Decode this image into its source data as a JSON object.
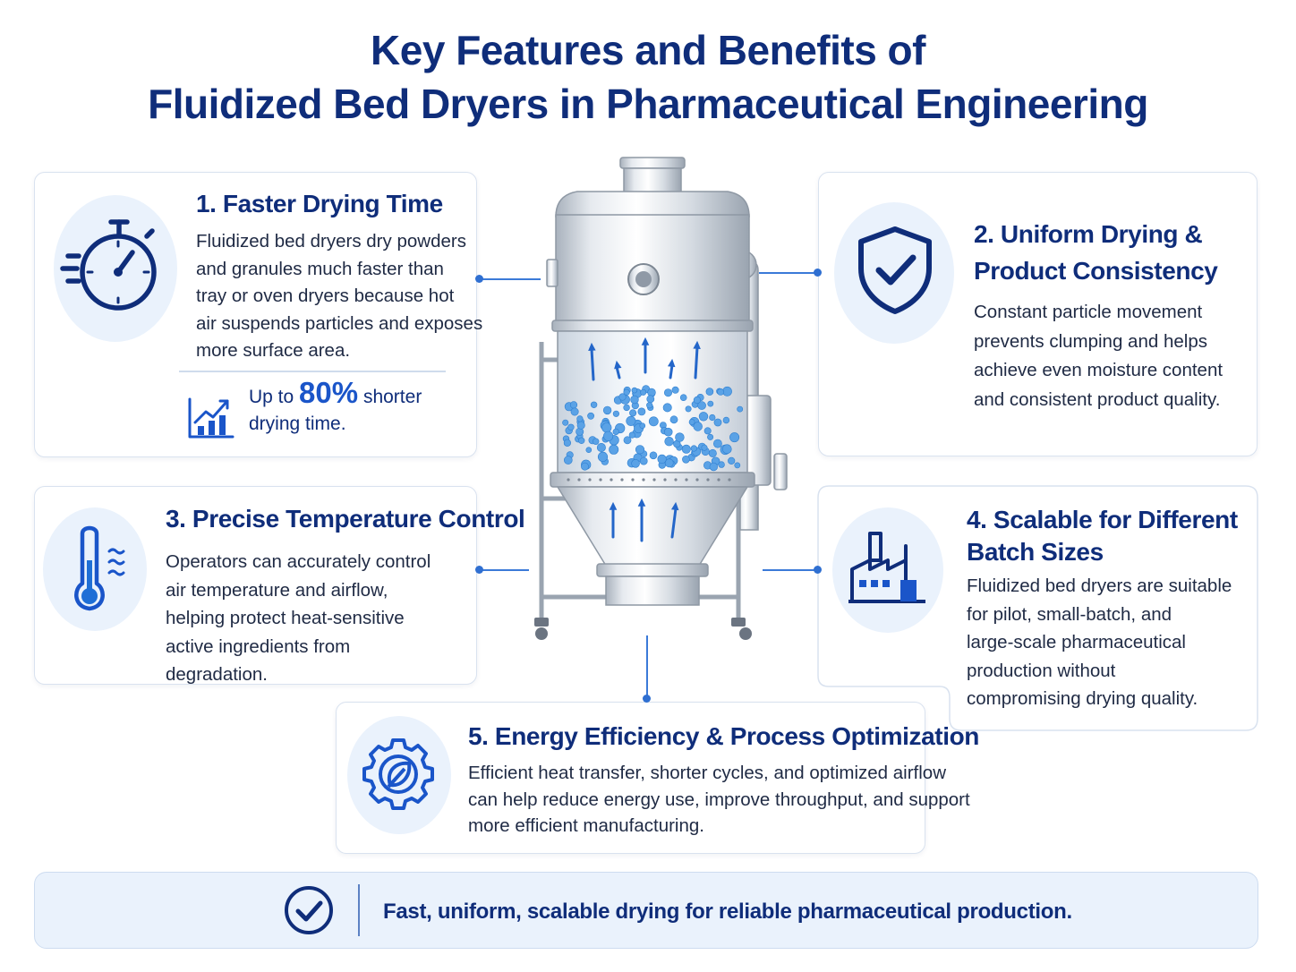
{
  "title": {
    "line1": "Key Features and Benefits of",
    "line2": "Fluidized Bed Dryers in Pharmaceutical Engineering"
  },
  "features": [
    {
      "title": "1. Faster Drying Time",
      "body": [
        "Fluidized bed dryers dry powders",
        "and granules much faster than",
        "tray or oven dryers because hot",
        "air suspends particles and exposes",
        "more surface area."
      ],
      "icon": "stopwatch-icon",
      "stat": {
        "prefix": "Up to",
        "value": "80%",
        "suffix": "shorter",
        "line2": "drying time.",
        "icon": "growth-chart-icon"
      }
    },
    {
      "title": [
        "2. Uniform Drying &",
        "Product Consistency"
      ],
      "body": [
        "Constant particle movement",
        "prevents clumping and helps",
        "achieve even moisture content",
        "and consistent product quality."
      ],
      "icon": "shield-check-icon"
    },
    {
      "title": "3. Precise Temperature Control",
      "body": [
        "Operators can accurately control",
        "air temperature and airflow,",
        "helping protect heat-sensitive",
        "active ingredients from",
        "degradation."
      ],
      "icon": "thermometer-icon"
    },
    {
      "title": [
        "4. Scalable for Different",
        "Batch Sizes"
      ],
      "body": [
        "Fluidized bed dryers are suitable",
        "for pilot, small-batch, and",
        "large-scale pharmaceutical",
        "production without",
        "compromising drying quality."
      ],
      "icon": "factory-icon"
    },
    {
      "title": "5. Energy Efficiency & Process Optimization",
      "body": [
        "Efficient heat transfer, shorter cycles, and optimized airflow",
        "can help reduce energy use, improve throughput, and support",
        "more efficient manufacturing."
      ],
      "icon": "gear-leaf-icon"
    }
  ],
  "banner": {
    "text": "Fast, uniform, scalable drying for reliable pharmaceutical production.",
    "icon": "check-circle-icon"
  },
  "illustration": "fluidized-bed-dryer",
  "colors": {
    "navy": "#0f2d7a",
    "accent": "#1a55c9",
    "soft": "#eaf2fc",
    "particle": "#5aa2e6"
  }
}
